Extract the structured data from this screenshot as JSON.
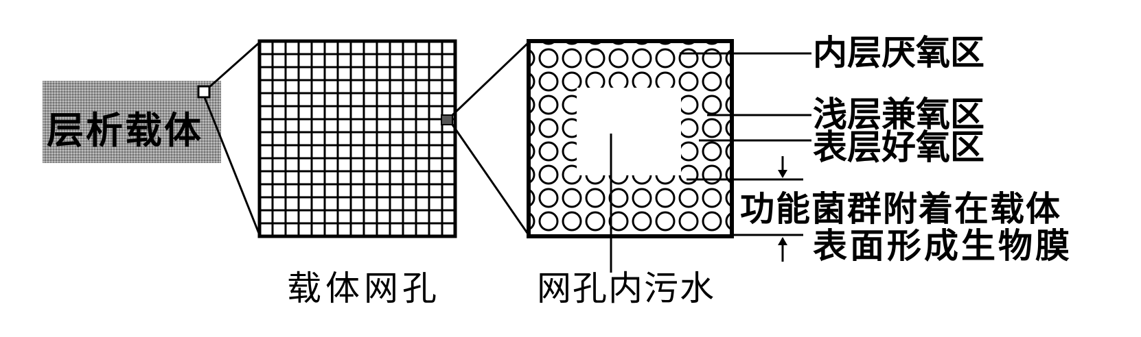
{
  "carrier": {
    "label": "层析载体"
  },
  "captions": {
    "mesh": "载体网孔",
    "water": "网孔内污水"
  },
  "zones": {
    "inner": "内层厌氧区",
    "middle": "浅层兼氧区",
    "surface": "表层好氧区"
  },
  "biofilm_note": {
    "line1": "功能菌群附着在载体",
    "line2": "表面形成生物膜"
  }
}
